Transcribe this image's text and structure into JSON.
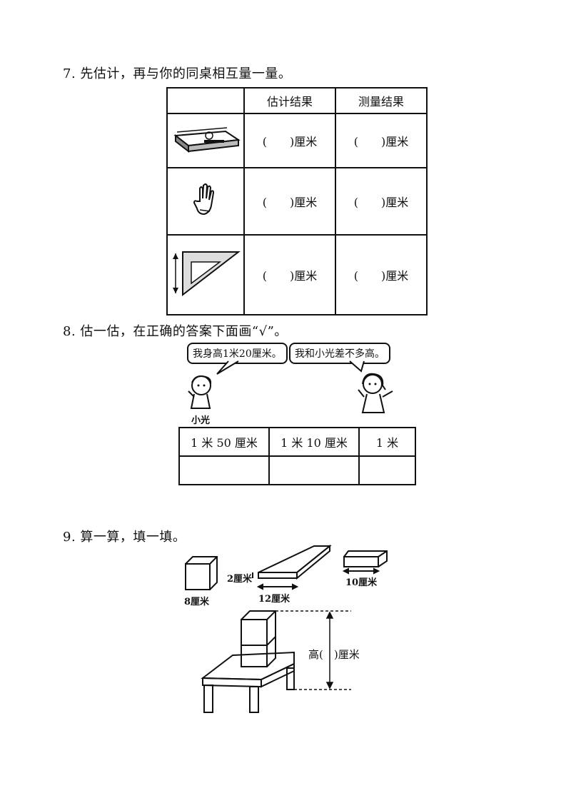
{
  "q7": {
    "title": "7. 先估计，再与你的同桌相互量一量。",
    "headers": [
      "估计结果",
      "测量结果"
    ],
    "rows": [
      {
        "item_icon": "pencil-case-icon",
        "estimate": "(　　)厘米",
        "measure": "(　　)厘米"
      },
      {
        "item_icon": "hand-icon",
        "estimate": "(　　)厘米",
        "measure": "(　　)厘米"
      },
      {
        "item_icon": "triangle-ruler-icon",
        "estimate": "(　　)厘米",
        "measure": "(　　)厘米"
      }
    ]
  },
  "q8": {
    "title": "8. 估一估，在正确的答案下面画“√”。",
    "bubble_left": "我身高1米20厘米。",
    "bubble_right": "我和小光差不多高。",
    "boy_name": "小光",
    "options": [
      "1 米 50 厘米",
      "1 米 10 厘米",
      "1 米"
    ]
  },
  "q9": {
    "title": "9. 算一算，填一填。",
    "cube_label": "8厘米",
    "board_height_label": "2厘米",
    "board_length_label": "12厘米",
    "box_label": "10厘米",
    "answer_label": "高(　)厘米"
  }
}
